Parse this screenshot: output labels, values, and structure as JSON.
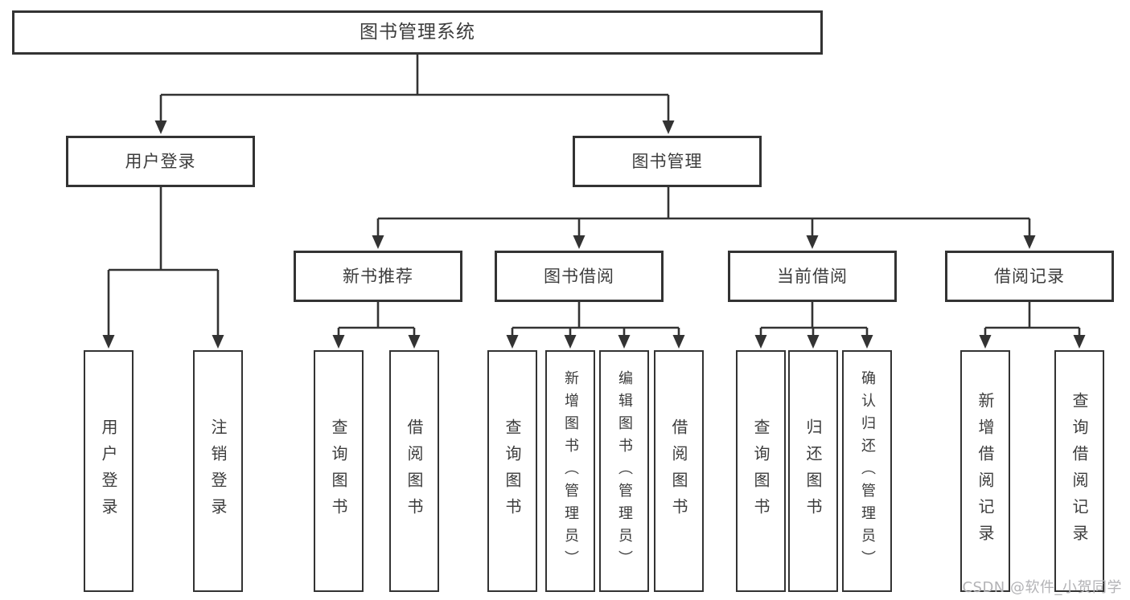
{
  "diagram": {
    "root": {
      "label": "图书管理系统"
    },
    "level2": {
      "user_login": {
        "label": "用户登录"
      },
      "book_management": {
        "label": "图书管理"
      }
    },
    "level3": {
      "new_book_recommend": {
        "label": "新书推荐"
      },
      "book_borrow": {
        "label": "图书借阅"
      },
      "current_borrow": {
        "label": "当前借阅"
      },
      "borrow_records": {
        "label": "借阅记录"
      }
    },
    "leaves": {
      "user_login": [
        "用户登录",
        "注销登录"
      ],
      "new_book_recommend": [
        "查询图书",
        "借阅图书"
      ],
      "book_borrow": [
        "查询图书",
        "新增图书（管理员）",
        "编辑图书（管理员）",
        "借阅图书"
      ],
      "current_borrow": [
        "查询图书",
        "归还图书",
        "确认归还（管理员）"
      ],
      "borrow_records": [
        "新增借阅记录",
        "查询借阅记录"
      ]
    }
  },
  "watermark": {
    "text": "CSDN @软件_小贺同学"
  },
  "colors": {
    "line": "#333333",
    "box_border": "#333333",
    "text": "#3c3c3c",
    "watermark": "#b3b3b6",
    "background": "#ffffff"
  }
}
